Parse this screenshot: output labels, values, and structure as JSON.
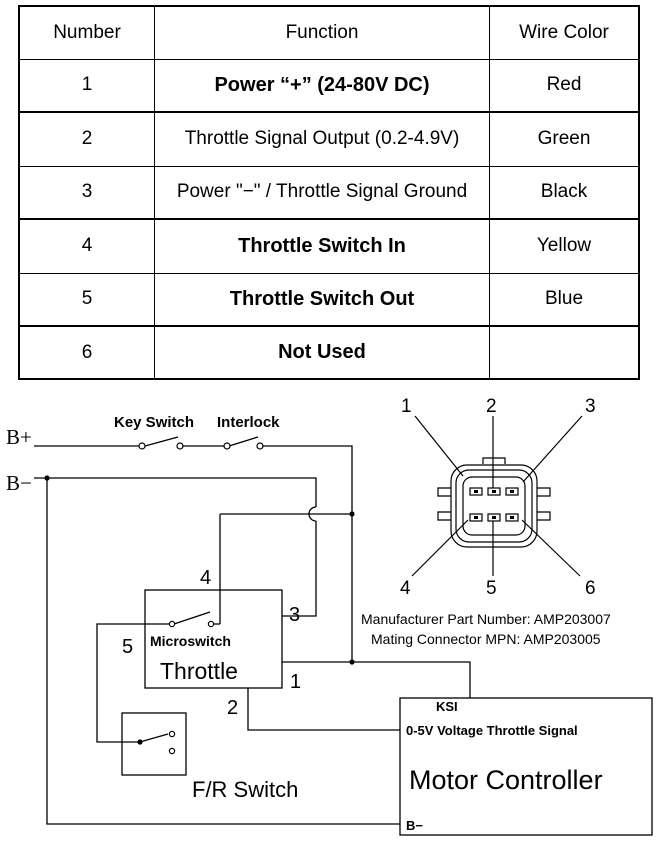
{
  "table": {
    "headers": {
      "number": "Number",
      "function": "Function",
      "wire_color": "Wire Color"
    },
    "rows": [
      {
        "number": "1",
        "function": "Power “+” (24-80V DC)",
        "wire_color": "Red"
      },
      {
        "number": "2",
        "function": "Throttle Signal Output (0.2-4.9V)",
        "wire_color": "Green"
      },
      {
        "number": "3",
        "function": "Power \"−\" / Throttle Signal Ground",
        "wire_color": "Black"
      },
      {
        "number": "4",
        "function": "Throttle Switch In",
        "wire_color": "Yellow"
      },
      {
        "number": "5",
        "function": "Throttle Switch Out",
        "wire_color": "Blue"
      },
      {
        "number": "6",
        "function": "Not Used",
        "wire_color": ""
      }
    ]
  },
  "wiring": {
    "b_plus": "B+",
    "b_minus": "B−",
    "key_switch": "Key Switch",
    "interlock": "Interlock",
    "throttle": "Throttle",
    "microswitch": "Microswitch",
    "pin_4": "4",
    "pin_3": "3",
    "pin_5": "5",
    "pin_1": "1",
    "pin_2": "2",
    "fr_switch": "F/R Switch",
    "motor_controller": "Motor Controller",
    "ksi": "KSI",
    "throttle_signal": "0-5V Voltage Throttle Signal",
    "controller_b_minus": "B−"
  },
  "connector": {
    "pins": [
      "1",
      "2",
      "3",
      "4",
      "5",
      "6"
    ],
    "manufacturer_pn": "Manufacturer Part Number: AMP203007",
    "mating_mpn": "Mating Connector MPN: AMP203005"
  }
}
